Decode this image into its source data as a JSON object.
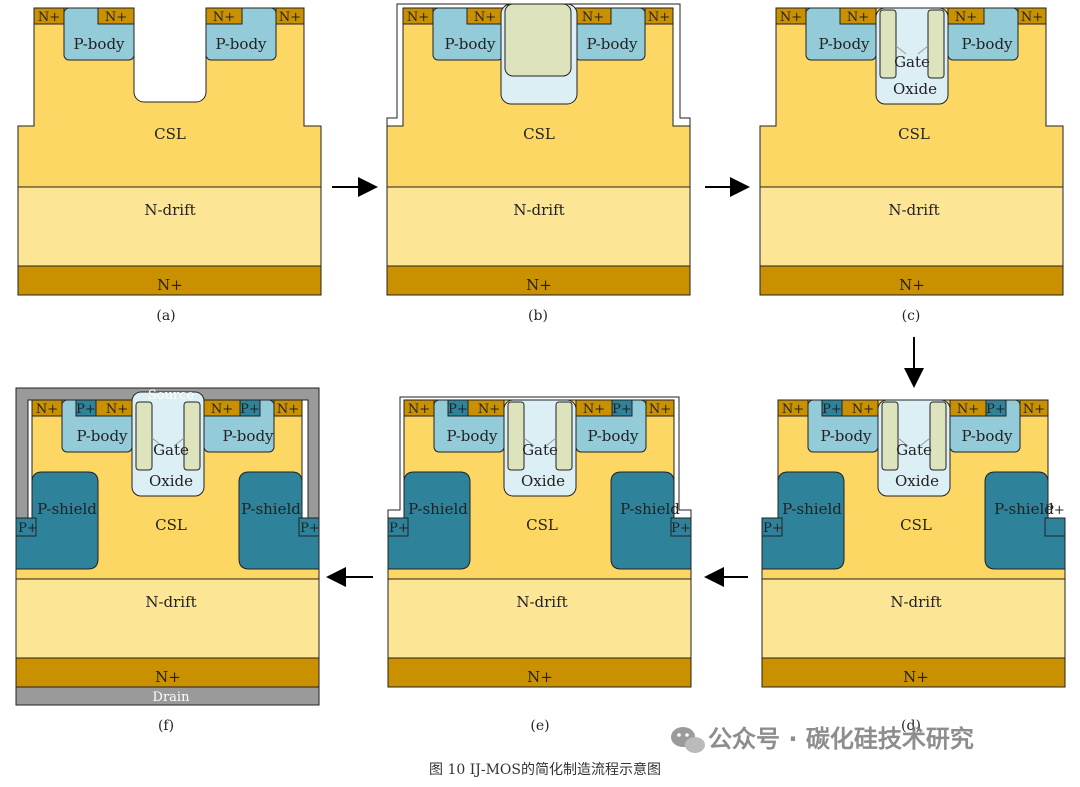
{
  "colors": {
    "csl": "#fdd764",
    "ndrift": "#fde596",
    "nplus": "#c99100",
    "pbody": "#93cbd9",
    "oxide": "#dceff5",
    "gate": "#dde3bd",
    "pshield": "#2e8299",
    "metal": "#9a9a9a"
  },
  "labels": {
    "nplus": "N+",
    "pplus": "P+",
    "pbody": "P-body",
    "csl": "CSL",
    "ndrift": "N-drift",
    "gate": "Gate",
    "oxide": "Oxide",
    "pshield": "P-shield",
    "source": "Source",
    "drain": "Drain"
  },
  "panels": [
    {
      "id": "a",
      "caption": "(a)"
    },
    {
      "id": "b",
      "caption": "(b)"
    },
    {
      "id": "c",
      "caption": "(c)"
    },
    {
      "id": "d",
      "caption": "(d)"
    },
    {
      "id": "e",
      "caption": "(e)"
    },
    {
      "id": "f",
      "caption": "(f)"
    }
  ],
  "watermark": "公众号 · 碳化硅技术研究",
  "figure_caption": "图 10 IJ-MOS的简化制造流程示意图"
}
